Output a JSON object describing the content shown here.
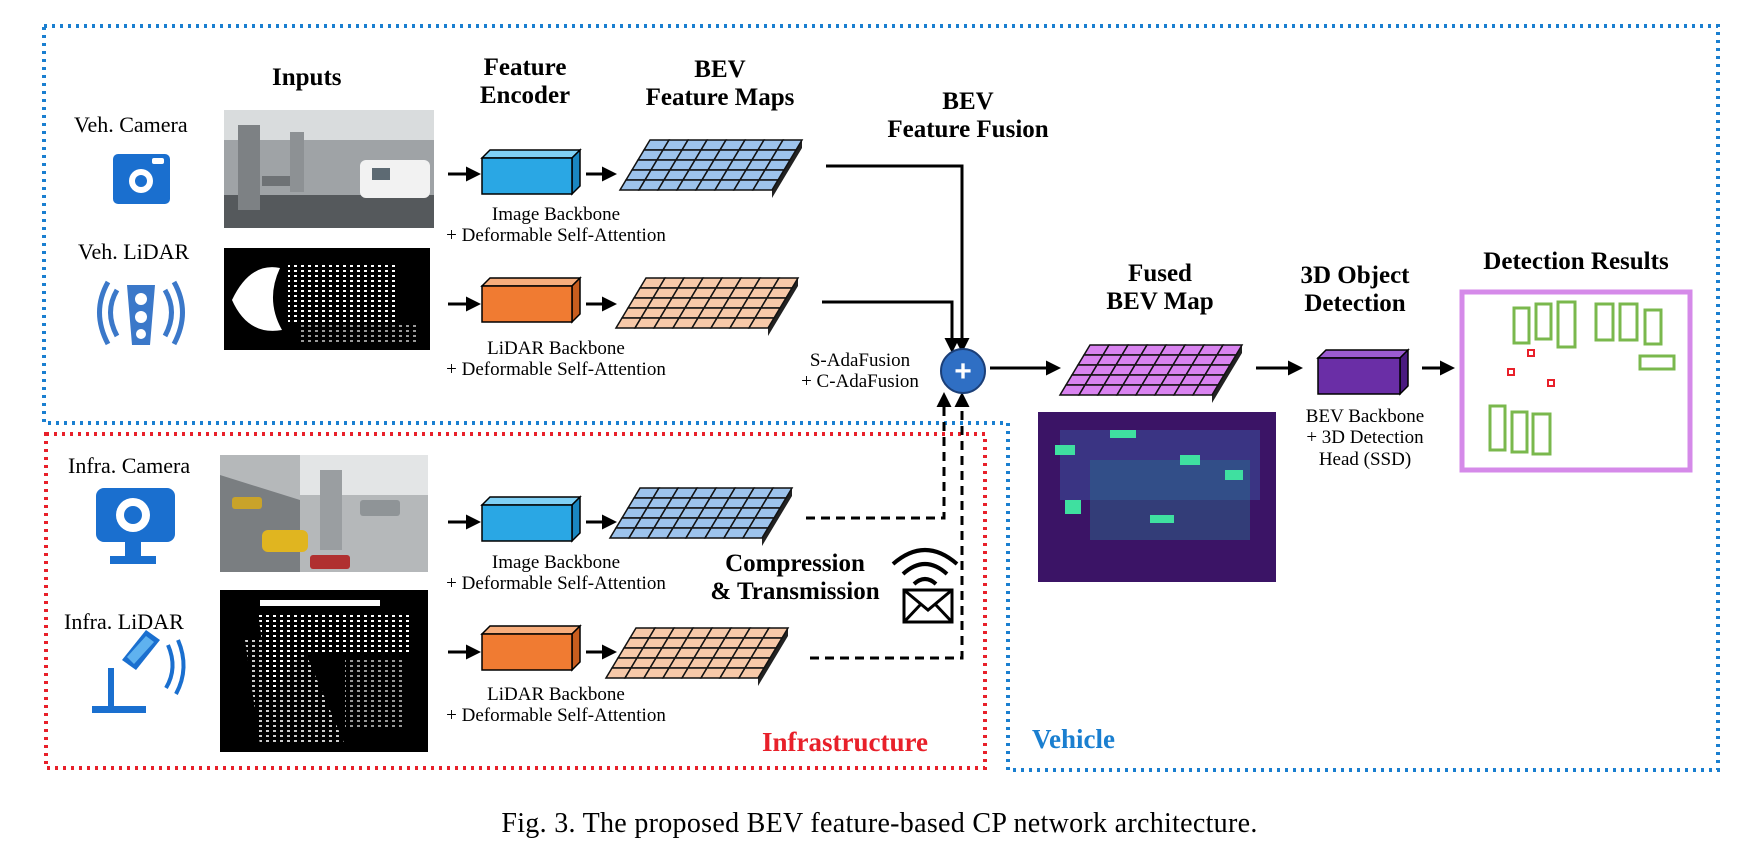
{
  "inputs": {
    "header": "Inputs",
    "veh_camera": "Veh. Camera",
    "veh_lidar": "Veh. LiDAR",
    "infra_camera": "Infra. Camera",
    "infra_lidar": "Infra. LiDAR"
  },
  "headers": {
    "feature_encoder": [
      "Feature",
      "Encoder"
    ],
    "bev_feature_maps": [
      "BEV",
      "Feature Maps"
    ],
    "bev_feature_fusion": [
      "BEV",
      "Feature Fusion"
    ],
    "fused_bev_map": [
      "Fused",
      "BEV Map"
    ],
    "object_detection": [
      "3D Object",
      "Detection"
    ],
    "detection_results": "Detection Results"
  },
  "encoders": {
    "veh_image": [
      "Image Backbone",
      "+ Deformable Self-Attention"
    ],
    "veh_lidar": [
      "LiDAR Backbone",
      "+ Deformable Self-Attention"
    ],
    "infra_image": [
      "Image Backbone",
      "+ Deformable Self-Attention"
    ],
    "infra_lidar": [
      "LiDAR Backbone",
      "+ Deformable Self-Attention"
    ]
  },
  "fusion": {
    "methods": [
      "S-AdaFusion",
      "+ C-AdaFusion"
    ],
    "operator": "+"
  },
  "transmission": [
    "Compression",
    "& Transmission"
  ],
  "detection_head": [
    "BEV Backbone",
    "+ 3D Detection",
    "Head (SSD)"
  ],
  "regions": {
    "infrastructure": "Infrastructure",
    "vehicle": "Vehicle"
  },
  "caption": "Fig. 3.  The proposed BEV feature-based CP network architecture.",
  "colors": {
    "vehicle_border": "#1a7fd0",
    "infrastructure_border": "#e8202a",
    "image_encoder": "#2aa7e4",
    "lidar_encoder": "#f07b32",
    "image_bev": "#9dc3ec",
    "lidar_bev": "#f7c9a9",
    "fused_bev": "#d983f0",
    "detection_box": "#6a2ea6",
    "results_border": "#d58ae9",
    "results_boxes": "#7ab84d",
    "results_points": "#e8202a",
    "fusion_node": "#2f6fc4"
  }
}
